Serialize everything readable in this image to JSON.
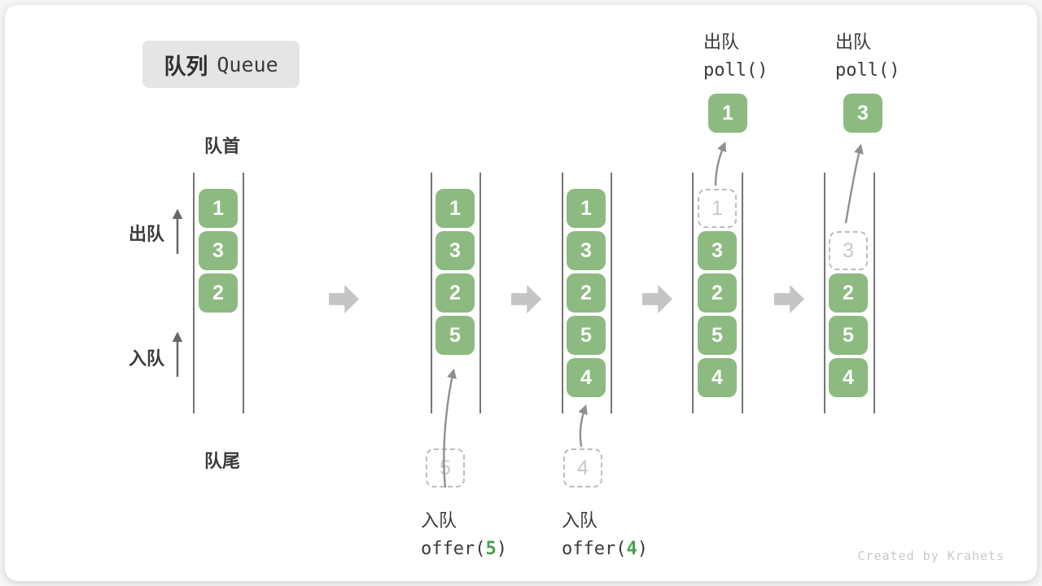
{
  "title": {
    "zh": "队列",
    "en": "Queue"
  },
  "labels": {
    "front": "队首",
    "rear": "队尾",
    "dequeue": "出队",
    "enqueue": "入队"
  },
  "annotations": {
    "polls": [
      {
        "zh": "出队",
        "code": "poll()"
      },
      {
        "zh": "出队",
        "code": "poll()"
      }
    ],
    "offers": [
      {
        "zh": "入队",
        "pre": "offer(",
        "arg": "5",
        "post": ")"
      },
      {
        "zh": "入队",
        "pre": "offer(",
        "arg": "4",
        "post": ")"
      }
    ]
  },
  "queue_states": [
    {
      "items": [
        {
          "v": "1",
          "slot": 0
        },
        {
          "v": "3",
          "slot": 1
        },
        {
          "v": "2",
          "slot": 2
        }
      ]
    },
    {
      "items": [
        {
          "v": "1",
          "slot": 0
        },
        {
          "v": "3",
          "slot": 1
        },
        {
          "v": "2",
          "slot": 2
        },
        {
          "v": "5",
          "slot": 3
        }
      ],
      "incoming": "5"
    },
    {
      "items": [
        {
          "v": "1",
          "slot": 0
        },
        {
          "v": "3",
          "slot": 1
        },
        {
          "v": "2",
          "slot": 2
        },
        {
          "v": "5",
          "slot": 3
        },
        {
          "v": "4",
          "slot": 4
        }
      ],
      "incoming": "4"
    },
    {
      "items": [
        {
          "v": "1",
          "slot": 0,
          "dashed": true
        },
        {
          "v": "3",
          "slot": 1
        },
        {
          "v": "2",
          "slot": 2
        },
        {
          "v": "5",
          "slot": 3
        },
        {
          "v": "4",
          "slot": 4
        }
      ],
      "popped": "1"
    },
    {
      "items": [
        {
          "v": "3",
          "slot": 1,
          "dashed": true
        },
        {
          "v": "2",
          "slot": 2
        },
        {
          "v": "5",
          "slot": 3
        },
        {
          "v": "4",
          "slot": 4
        }
      ],
      "popped": "3"
    }
  ],
  "colors": {
    "element_green": "#8CBA80",
    "code_arg_green": "#47A04B",
    "step_arrow_gray": "#C4C4C4",
    "dashed_gray": "#BDBDBD"
  },
  "watermark": "Created by Krahets"
}
